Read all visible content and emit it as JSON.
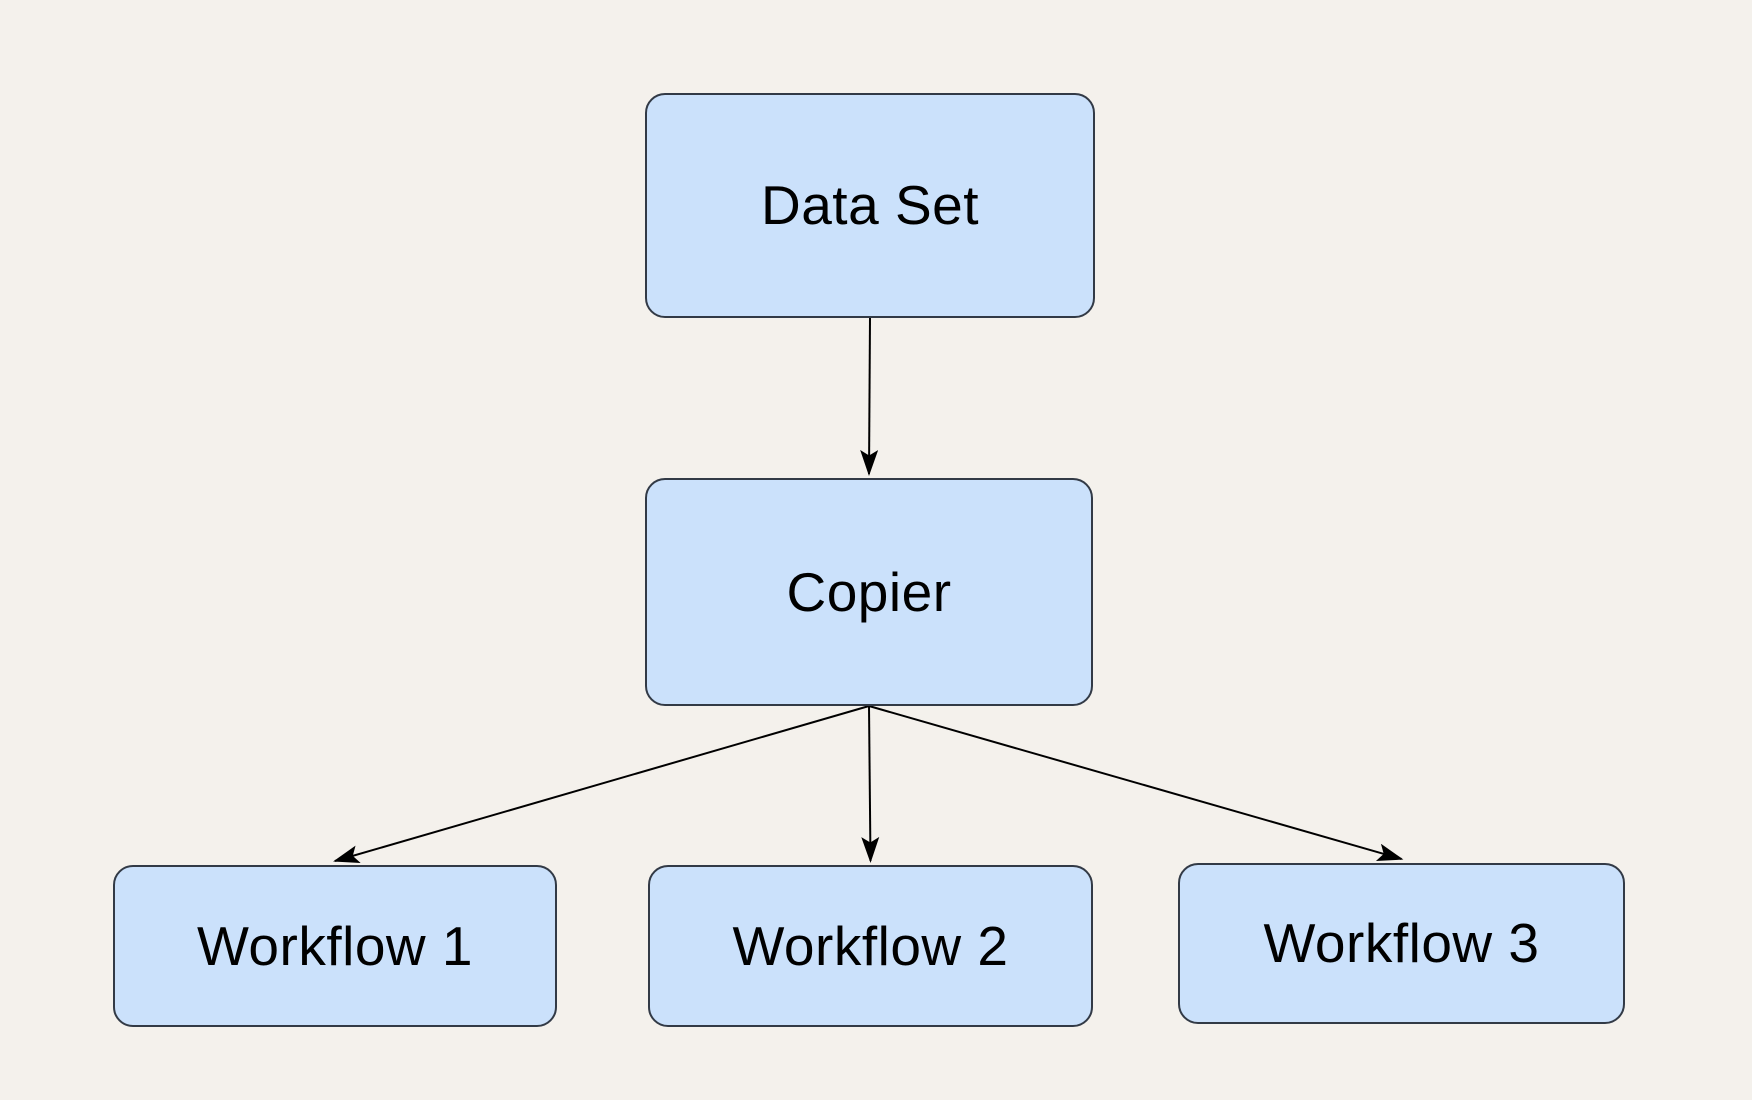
{
  "diagram": {
    "type": "flowchart",
    "background_color": "#f4f1ec",
    "node_fill_color": "#cbe1fb",
    "node_border_color": "#323a46",
    "edge_color": "#000000",
    "text_color": "#000000",
    "nodes": [
      {
        "id": "dataset",
        "label": "Data Set"
      },
      {
        "id": "copier",
        "label": "Copier"
      },
      {
        "id": "workflow1",
        "label": "Workflow 1"
      },
      {
        "id": "workflow2",
        "label": "Workflow 2"
      },
      {
        "id": "workflow3",
        "label": "Workflow 3"
      }
    ],
    "edges": [
      {
        "from": "dataset",
        "to": "copier"
      },
      {
        "from": "copier",
        "to": "workflow1"
      },
      {
        "from": "copier",
        "to": "workflow2"
      },
      {
        "from": "copier",
        "to": "workflow3"
      }
    ]
  }
}
